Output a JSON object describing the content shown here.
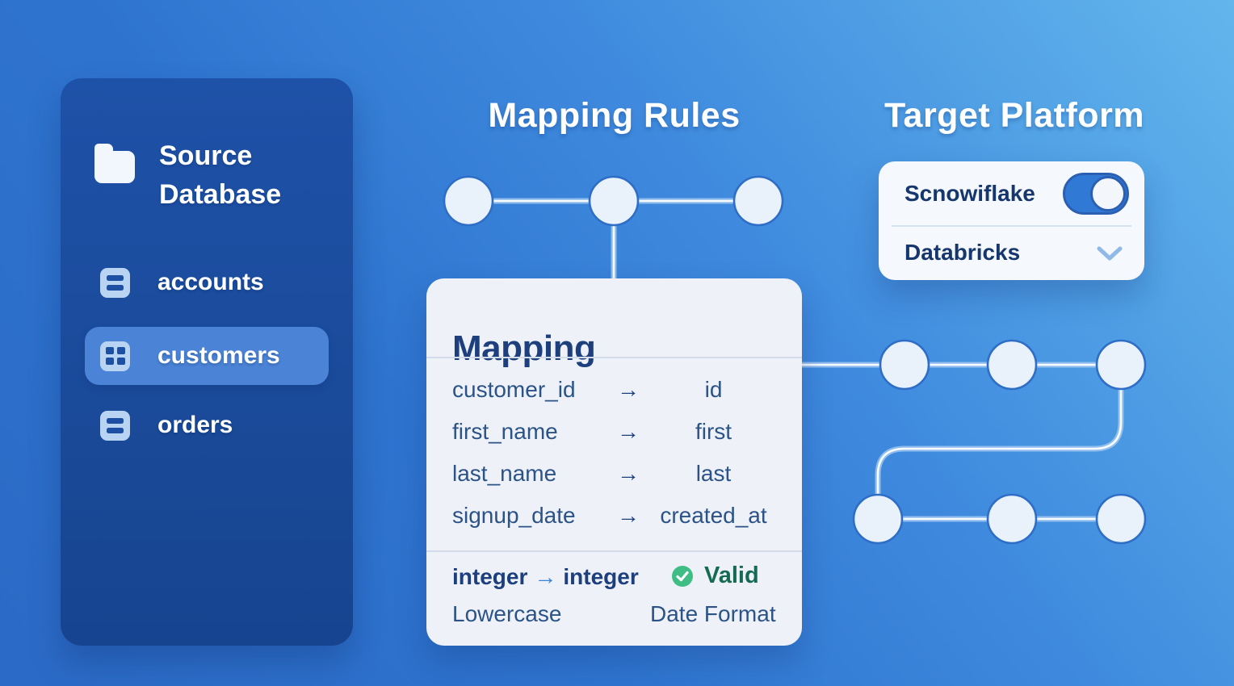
{
  "sidebar": {
    "title": "Source Database",
    "items": [
      {
        "label": "accounts",
        "icon": "list-rows-icon",
        "selected": false
      },
      {
        "label": "customers",
        "icon": "table-grid-icon",
        "selected": true
      },
      {
        "label": "orders",
        "icon": "list-rows-icon",
        "selected": false
      }
    ]
  },
  "headings": {
    "mapping_rules": "Mapping Rules",
    "target_platform": "Target Platform"
  },
  "glyphs": {
    "arrow": "→"
  },
  "mapping_card": {
    "title": "Mapping",
    "rows": [
      {
        "source": "customer_id",
        "target": "id"
      },
      {
        "source": "first_name",
        "target": "first"
      },
      {
        "source": "last_name",
        "target": "last"
      },
      {
        "source": "signup_date",
        "target": "created_at"
      }
    ],
    "footer": {
      "type_from": "integer",
      "type_to": "integer",
      "status_label": "Valid",
      "transform_case": "Lowercase",
      "transform_date": "Date Format"
    }
  },
  "target_card": {
    "primary_option": "Scnowiflake",
    "primary_toggle_state": "on",
    "secondary_option": "Databricks"
  },
  "colors": {
    "background_bottom_left": "#2b6ac6",
    "background_top_right": "#62b6ec",
    "sidebar_blue": "#1b4c9f",
    "selected_item_blue": "#4b84d6",
    "card_background": "#eef2f8",
    "navy_text": "#1d3f7e",
    "row_text": "#2b5387",
    "toggle_blue": "#3079d4",
    "valid_green": "#3fbd85",
    "valid_text_green": "#156b52"
  }
}
